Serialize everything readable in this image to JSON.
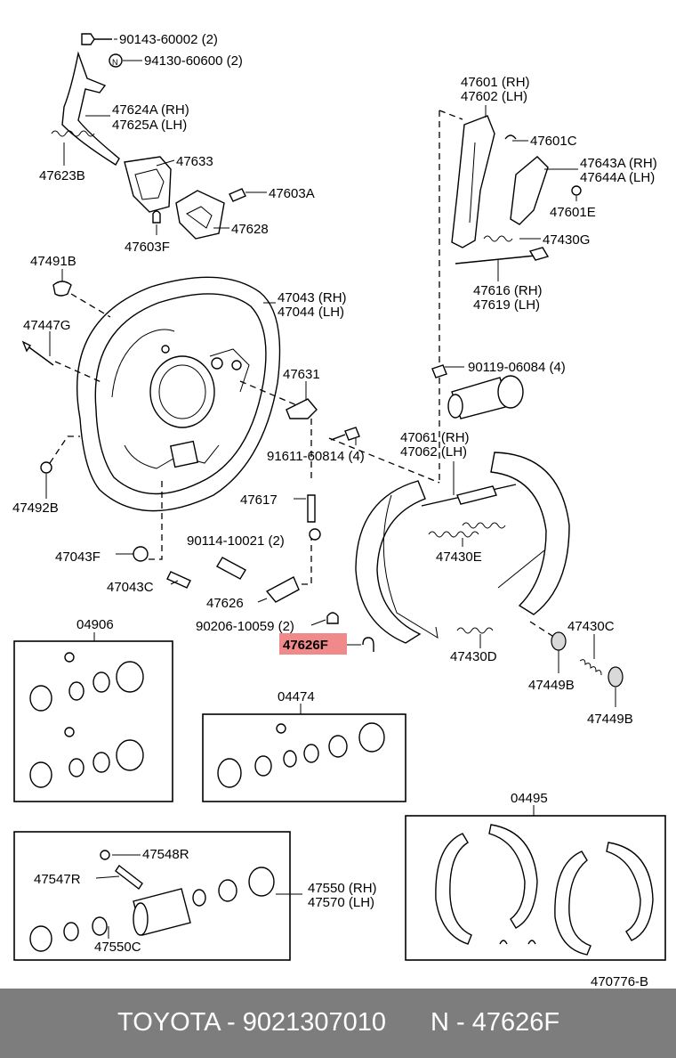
{
  "diagram": {
    "ref_number": "470776-B",
    "labels": {
      "p1": "90143-60002 (2)",
      "p2": "94130-60600 (2)",
      "p3": "47624A (RH)",
      "p4": "47625A (LH)",
      "p5": "47623B",
      "p6": "47633",
      "p7": "47603A",
      "p8": "47628",
      "p9": "47603F",
      "p10": "47491B",
      "p11": "47447G",
      "p12": "47043 (RH)",
      "p13": "47044 (LH)",
      "p14": "47492B",
      "p15": "47631",
      "p16": "91611-60814 (4)",
      "p17": "47617",
      "p18": "90114-10021 (2)",
      "p19": "47043F",
      "p20": "47043C",
      "p21": "47626",
      "p22": "90206-10059 (2)",
      "p23": "47626F",
      "p24": "47601 (RH)",
      "p25": "47602 (LH)",
      "p26": "47601C",
      "p27": "47643A (RH)",
      "p28": "47644A (LH)",
      "p29": "47601E",
      "p30": "47430G",
      "p31": "47616 (RH)",
      "p32": "47619 (LH)",
      "p33": "90119-06084 (4)",
      "p34": "47061 (RH)",
      "p35": "47062 (LH)",
      "p36": "47430E",
      "p37": "47430D",
      "p38": "47430C",
      "p39": "47449B",
      "p40": "47449B",
      "k1": "04906",
      "k2": "04474",
      "k3": "04495",
      "c1": "47548R",
      "c2": "47547R",
      "c3": "47550C",
      "c4": "47550 (RH)",
      "c5": "47570 (LH)"
    },
    "highlight_color": "#f08a8a"
  },
  "footer": {
    "brand_text": "TOYOTA - 9021307010",
    "part_code": "N - 47626F"
  }
}
